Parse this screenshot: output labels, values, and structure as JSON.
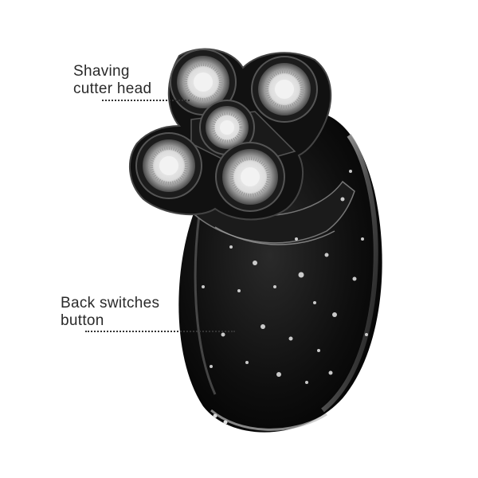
{
  "annotations": {
    "head_line1": "Shaving",
    "head_line2": "cutter head",
    "back_line1": "Back switches",
    "back_line2": "button"
  },
  "colors": {
    "body": "#0d0d0d",
    "highlight": "#8a8a8a",
    "blade_ring": "#c8c8c8",
    "background": "#ffffff"
  }
}
